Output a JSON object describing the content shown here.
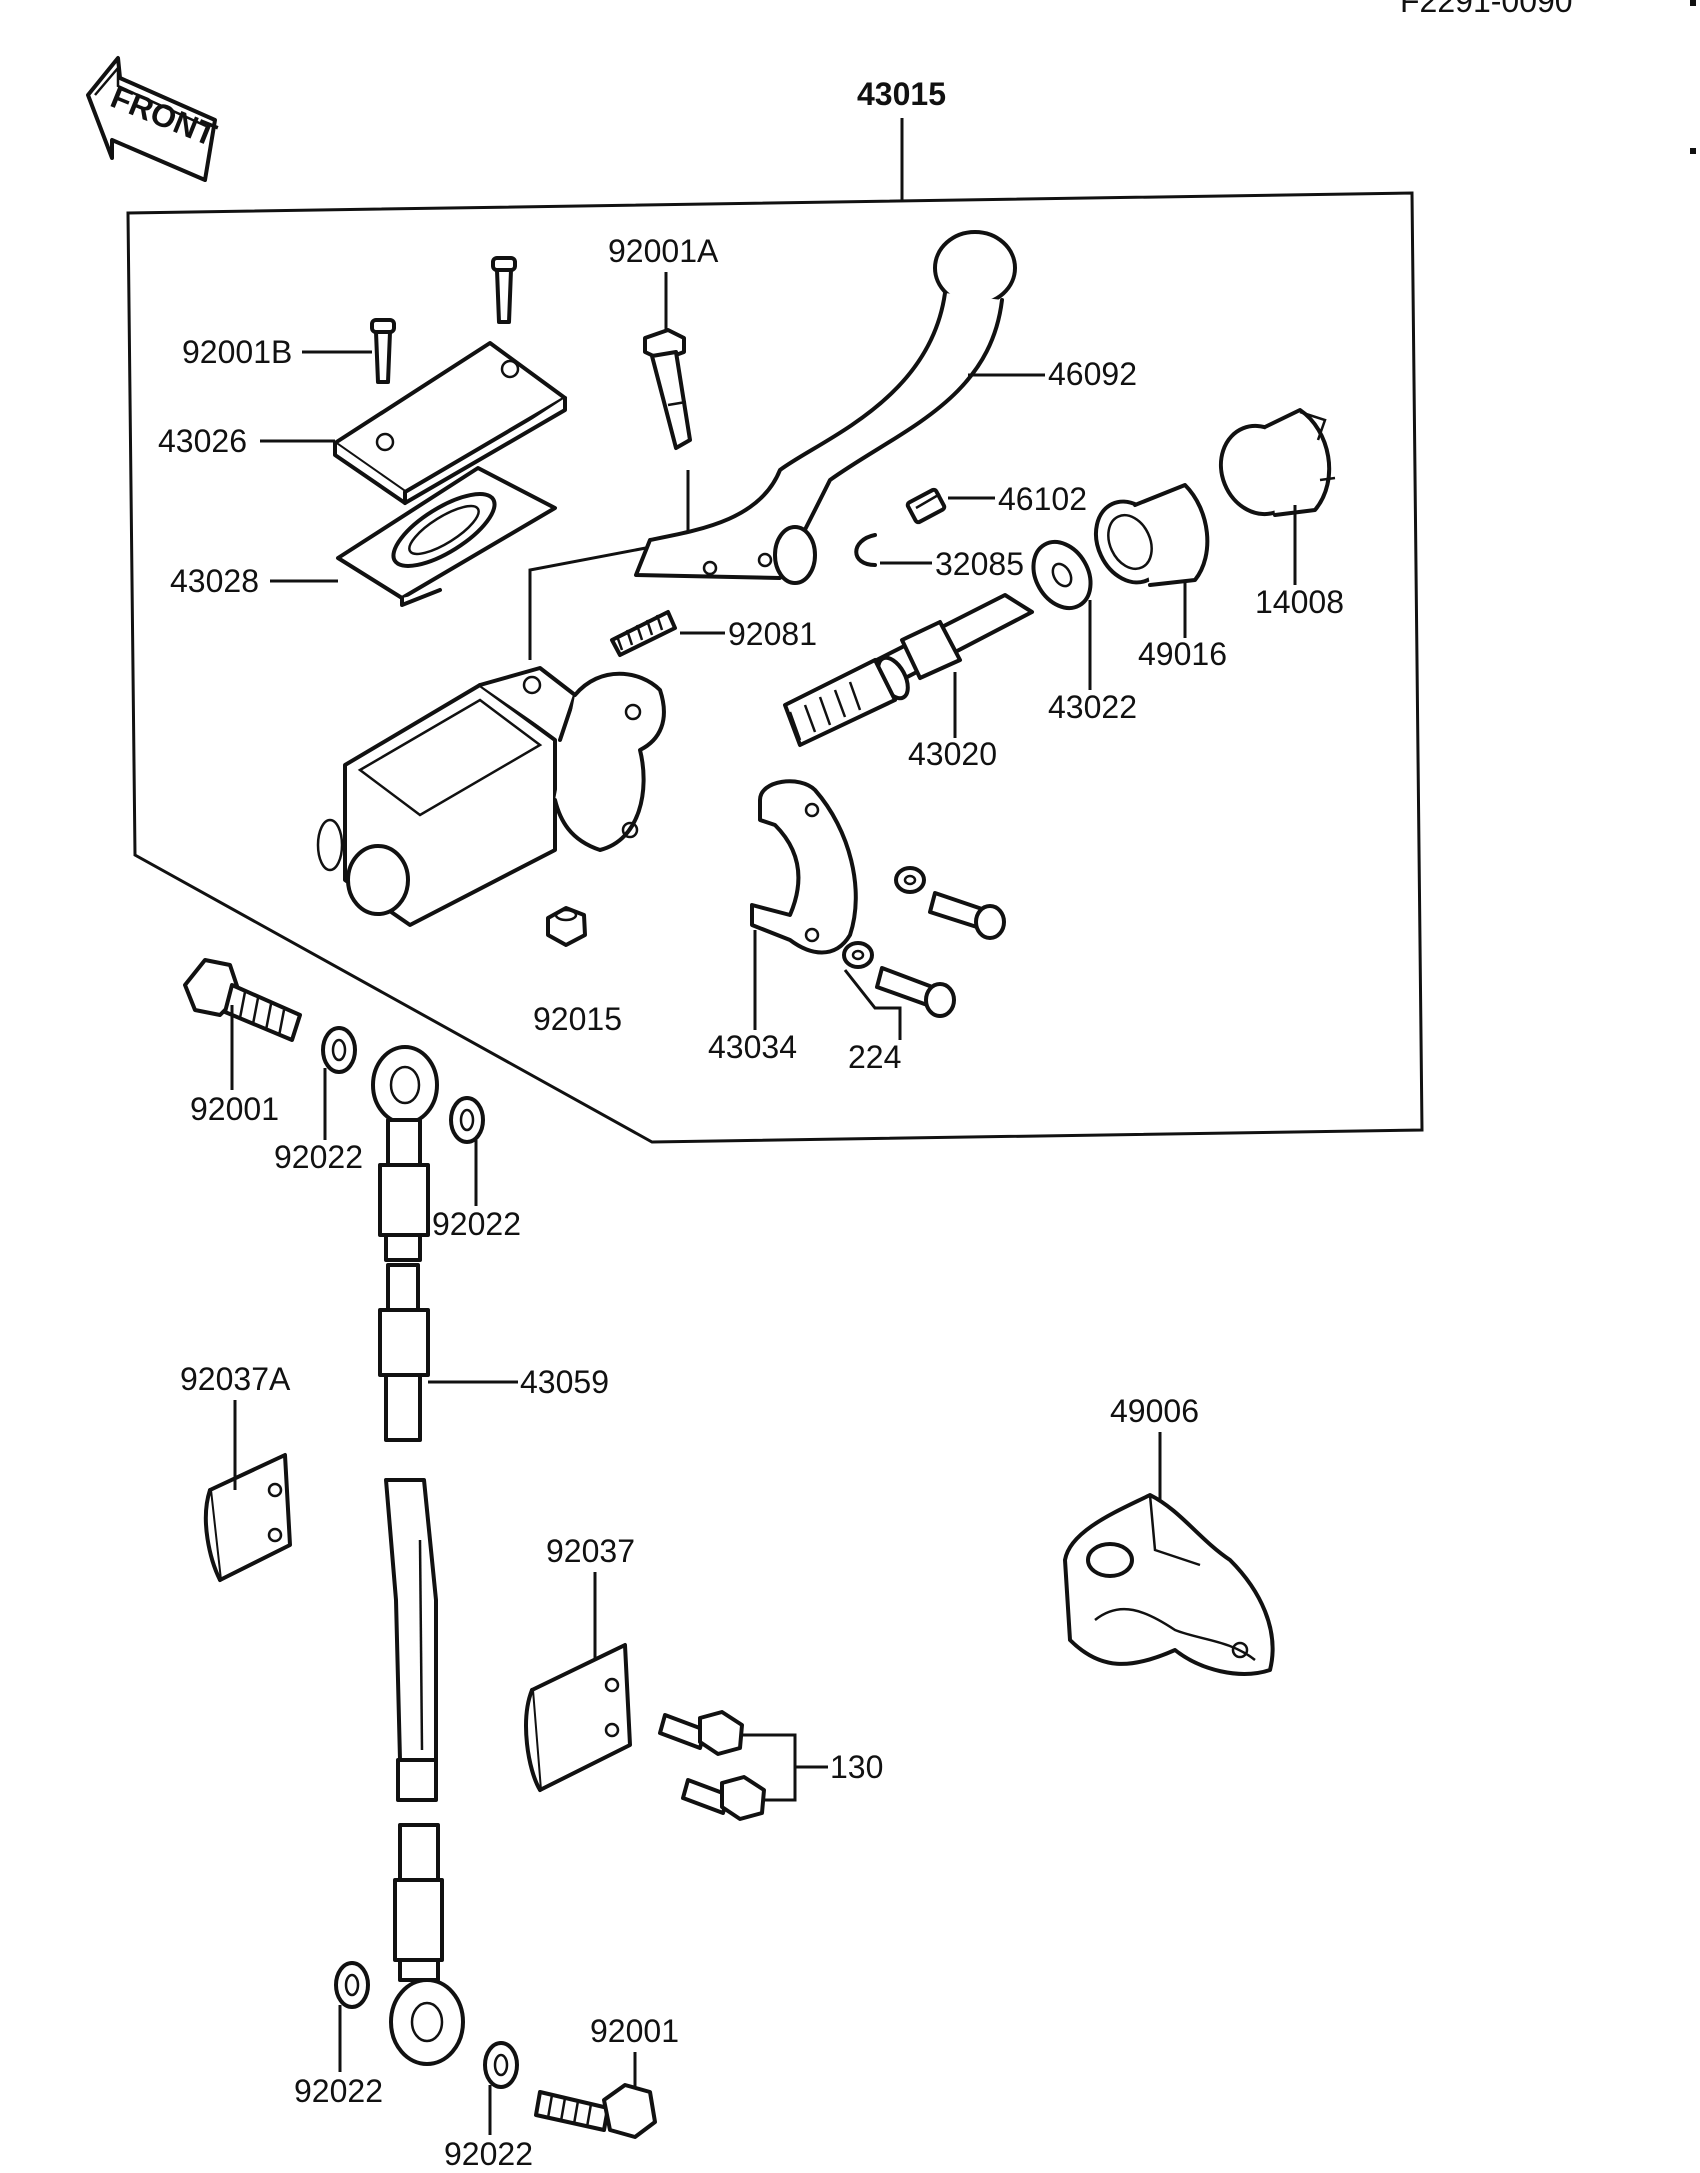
{
  "diagram_code": "F2291-0090",
  "front_label": "FRONT",
  "callouts": {
    "assembly": "43015",
    "c92001A": "92001A",
    "c92001B": "92001B",
    "c43026": "43026",
    "c43028": "43028",
    "c46092": "46092",
    "c46102": "46102",
    "c32085": "32085",
    "c92081": "92081",
    "c43022": "43022",
    "c49016": "49016",
    "c14008": "14008",
    "c43020": "43020",
    "c92015": "92015",
    "c43034": "43034",
    "c224": "224",
    "c92001_top": "92001",
    "c92022_a": "92022",
    "c92022_b": "92022",
    "c43059": "43059",
    "c92037A": "92037A",
    "c92037": "92037",
    "c130": "130",
    "c49006": "49006",
    "c92022_c": "92022",
    "c92001_bottom": "92001",
    "c92022_d": "92022"
  }
}
